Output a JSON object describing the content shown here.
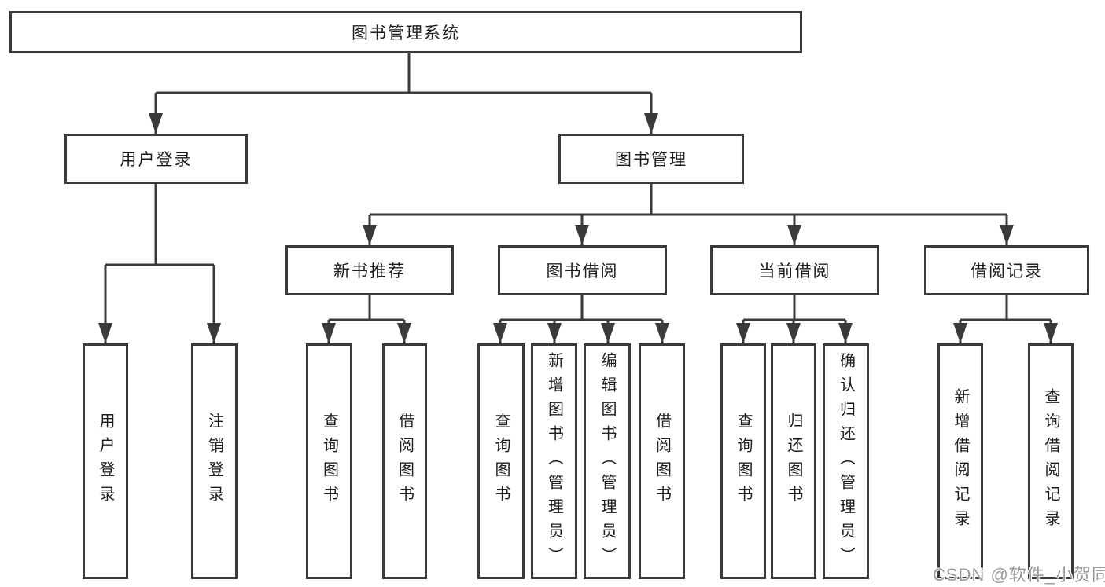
{
  "diagram": {
    "title": "图书管理系统",
    "colors": {
      "line": "#3a3a3a",
      "box_border": "#3a3a3a",
      "box_background": "#ffffff",
      "text": "#1d1d1d",
      "watermark": "#9b9b9b"
    },
    "level2": [
      {
        "label": "用户登录"
      },
      {
        "label": "图书管理"
      }
    ],
    "level3": [
      {
        "label": "新书推荐"
      },
      {
        "label": "图书借阅"
      },
      {
        "label": "当前借阅"
      },
      {
        "label": "借阅记录"
      }
    ],
    "leaves": {
      "user": [
        "用户登录",
        "注销登录"
      ],
      "recommend": [
        "查询图书",
        "借阅图书"
      ],
      "borrow": [
        "查询图书",
        "新增图书（管理员）",
        "编辑图书（管理员）",
        "借阅图书"
      ],
      "current": [
        "查询图书",
        "归还图书",
        "确认归还（管理员）"
      ],
      "records": [
        "新增借阅记录",
        "查询借阅记录"
      ]
    },
    "watermark": "CSDN @软件_小贺同学"
  }
}
